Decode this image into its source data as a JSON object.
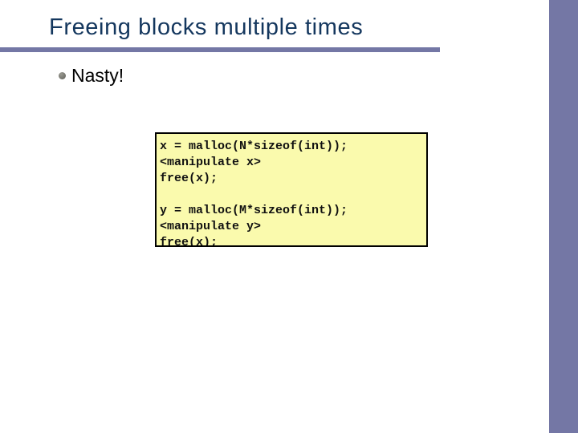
{
  "slide": {
    "title": "Freeing blocks multiple times",
    "bullet": {
      "label": "Nasty!"
    },
    "code_block": {
      "lines": [
        "x = malloc(N*sizeof(int));",
        "<manipulate x>",
        "free(x);",
        "",
        "y = malloc(M*sizeof(int));",
        "<manipulate y>",
        "free(x);"
      ]
    },
    "colors": {
      "title_text": "#14375E",
      "divider": "#7477A5",
      "accent_bar": "#7477A5",
      "code_background": "#FAFAAD",
      "code_border": "#000000",
      "code_text": "#111111",
      "bullet_dot": "#6F6F68",
      "bullet_text": "#000000",
      "slide_background": "#FFFFFF"
    }
  }
}
